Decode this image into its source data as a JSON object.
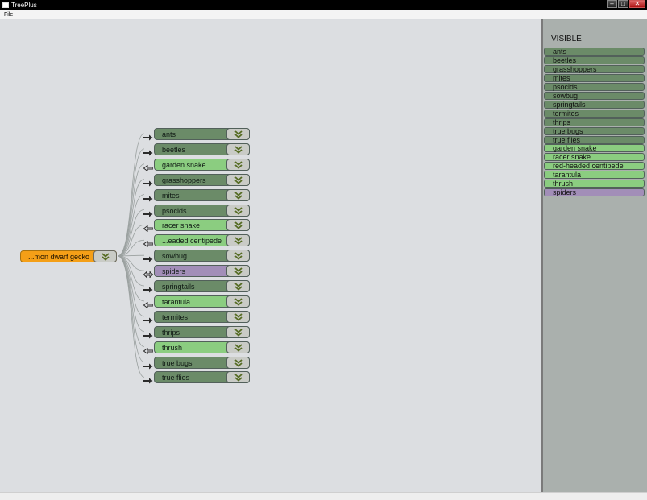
{
  "window": {
    "title": "TreePlus",
    "minimize_glyph": "–",
    "maximize_glyph": "□",
    "close_glyph": "✕"
  },
  "menu": {
    "items": [
      "File"
    ]
  },
  "tree": {
    "root": {
      "label": "...mon dwarf gecko",
      "color": "#f49f17"
    },
    "children": [
      {
        "label": "ants",
        "kind": "dark",
        "arrow": "in"
      },
      {
        "label": "beetles",
        "kind": "dark",
        "arrow": "in"
      },
      {
        "label": "garden snake",
        "kind": "light",
        "arrow": "out"
      },
      {
        "label": "grasshoppers",
        "kind": "dark",
        "arrow": "in"
      },
      {
        "label": "mites",
        "kind": "dark",
        "arrow": "in"
      },
      {
        "label": "psocids",
        "kind": "dark",
        "arrow": "in"
      },
      {
        "label": "racer snake",
        "kind": "light",
        "arrow": "out"
      },
      {
        "label": "...eaded centipede",
        "kind": "light",
        "arrow": "out"
      },
      {
        "label": "sowbug",
        "kind": "dark",
        "arrow": "in"
      },
      {
        "label": "spiders",
        "kind": "purple",
        "arrow": "both"
      },
      {
        "label": "springtails",
        "kind": "dark",
        "arrow": "in"
      },
      {
        "label": "tarantula",
        "kind": "light",
        "arrow": "out"
      },
      {
        "label": "termites",
        "kind": "dark",
        "arrow": "in"
      },
      {
        "label": "thrips",
        "kind": "dark",
        "arrow": "in"
      },
      {
        "label": "thrush",
        "kind": "light",
        "arrow": "out"
      },
      {
        "label": "true bugs",
        "kind": "dark",
        "arrow": "in"
      },
      {
        "label": "true flies",
        "kind": "dark",
        "arrow": "in"
      }
    ],
    "expand_icon": "double-chevron-down-icon"
  },
  "panel": {
    "title": "VISIBLE",
    "items": [
      {
        "label": "ants",
        "kind": "dark"
      },
      {
        "label": "beetles",
        "kind": "dark"
      },
      {
        "label": "grasshoppers",
        "kind": "dark"
      },
      {
        "label": "mites",
        "kind": "dark"
      },
      {
        "label": "psocids",
        "kind": "dark"
      },
      {
        "label": "sowbug",
        "kind": "dark"
      },
      {
        "label": "springtails",
        "kind": "dark"
      },
      {
        "label": "termites",
        "kind": "dark"
      },
      {
        "label": "thrips",
        "kind": "dark"
      },
      {
        "label": "true bugs",
        "kind": "dark"
      },
      {
        "label": "true flies",
        "kind": "dark"
      },
      {
        "label": "garden snake",
        "kind": "light"
      },
      {
        "label": "racer snake",
        "kind": "light"
      },
      {
        "label": "red-headed centipede",
        "kind": "light"
      },
      {
        "label": "tarantula",
        "kind": "light"
      },
      {
        "label": "thrush",
        "kind": "light"
      },
      {
        "label": "spiders",
        "kind": "purple"
      }
    ]
  },
  "colors": {
    "dark_node": "#6b8b68",
    "light_node": "#8bcd80",
    "purple_node": "#a28eb8",
    "root_node": "#f49f17",
    "canvas_bg": "#dcdee1",
    "panel_bg": "#aab0ad"
  }
}
